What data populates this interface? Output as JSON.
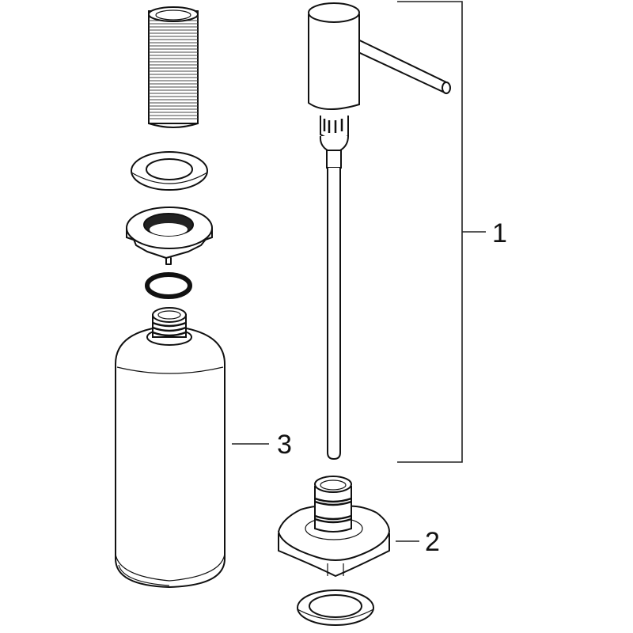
{
  "diagram": {
    "type": "exploded-parts-drawing",
    "subject": "soap dispenser assembly",
    "colors": {
      "line": "#111111",
      "background": "#ffffff"
    },
    "callouts": [
      {
        "id": "1",
        "label": "1",
        "refers_to": "pump head with spout and suction tube"
      },
      {
        "id": "2",
        "label": "2",
        "refers_to": "mounting flange with threaded sleeve and gasket"
      },
      {
        "id": "3",
        "label": "3",
        "refers_to": "soap bottle"
      }
    ],
    "unlabeled_parts": [
      "threaded extension sleeve",
      "flat washer",
      "bottle adapter nut",
      "o-ring"
    ]
  }
}
